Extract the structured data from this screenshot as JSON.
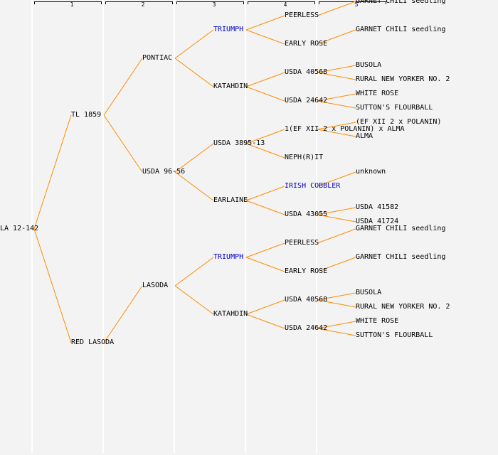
{
  "title": "LA 12-142 pedigree",
  "colors": {
    "line": "#ff8c00",
    "link_text": "#0000cc",
    "text": "#000000",
    "background": "#f3f3f3"
  },
  "generation_headers": [
    "1",
    "2",
    "3",
    "4",
    "5"
  ],
  "pedigree": {
    "name": "LA 12-142",
    "parents": [
      {
        "name": "TL 1859",
        "parents": [
          {
            "name": "PONTIAC",
            "parents": [
              {
                "name": "TRIUMPH",
                "link": true,
                "parents": [
                  {
                    "name": "PEERLESS",
                    "parents": [
                      {
                        "name": "GARNET CHILI seedling"
                      }
                    ]
                  },
                  {
                    "name": "EARLY ROSE",
                    "parents": [
                      {
                        "name": "GARNET CHILI seedling"
                      }
                    ]
                  }
                ]
              },
              {
                "name": "KATAHDIN",
                "parents": [
                  {
                    "name": "USDA 40568",
                    "parents": [
                      {
                        "name": "BUSOLA"
                      },
                      {
                        "name": "RURAL NEW YORKER NO. 2"
                      }
                    ]
                  },
                  {
                    "name": "USDA 24642",
                    "parents": [
                      {
                        "name": "WHITE ROSE"
                      },
                      {
                        "name": "SUTTON'S FLOURBALL"
                      }
                    ]
                  }
                ]
              }
            ]
          },
          {
            "name": "USDA 96-56",
            "parents": [
              {
                "name": "USDA 3895-13",
                "parents": [
                  {
                    "name": "1(EF XII 2 x POLANIN) x ALMA",
                    "parents": [
                      {
                        "name": "(EF XII 2 x POLANIN)"
                      },
                      {
                        "name": "ALMA"
                      }
                    ]
                  },
                  {
                    "name": "NEPH(R)IT"
                  }
                ]
              },
              {
                "name": "EARLAINE",
                "parents": [
                  {
                    "name": "IRISH COBBLER",
                    "link": true,
                    "parents": [
                      {
                        "name": "unknown"
                      }
                    ]
                  },
                  {
                    "name": "USDA 43055",
                    "parents": [
                      {
                        "name": "USDA 41582"
                      },
                      {
                        "name": "USDA 41724"
                      }
                    ]
                  }
                ]
              }
            ]
          }
        ]
      },
      {
        "name": "RED LASODA",
        "parents": [
          {
            "name": "LASODA",
            "parents": [
              {
                "name": "TRIUMPH",
                "link": true,
                "parents": [
                  {
                    "name": "PEERLESS",
                    "parents": [
                      {
                        "name": "GARNET CHILI seedling"
                      }
                    ]
                  },
                  {
                    "name": "EARLY ROSE",
                    "parents": [
                      {
                        "name": "GARNET CHILI seedling"
                      }
                    ]
                  }
                ]
              },
              {
                "name": "KATAHDIN",
                "parents": [
                  {
                    "name": "USDA 40568",
                    "parents": [
                      {
                        "name": "BUSOLA"
                      },
                      {
                        "name": "RURAL NEW YORKER NO. 2"
                      }
                    ]
                  },
                  {
                    "name": "USDA 24642",
                    "parents": [
                      {
                        "name": "WHITE ROSE"
                      },
                      {
                        "name": "SUTTON'S FLOURBALL"
                      }
                    ]
                  }
                ]
              }
            ]
          }
        ]
      }
    ]
  }
}
